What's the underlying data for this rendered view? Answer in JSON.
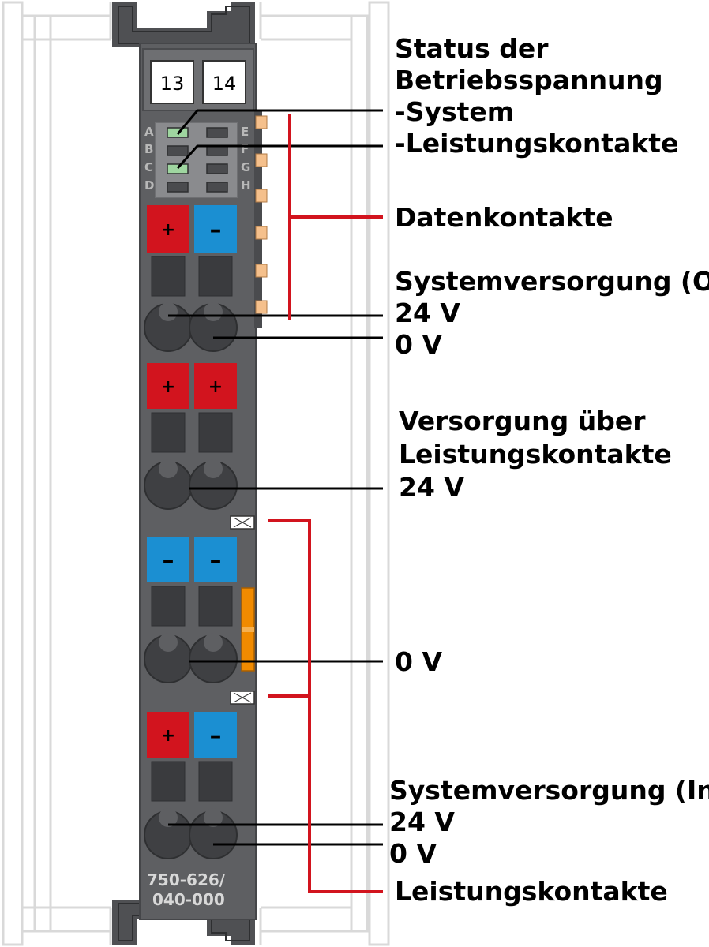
{
  "module": {
    "part_number_line1": "750-626/",
    "part_number_line2": "040-000",
    "marker_left": "13",
    "marker_right": "14",
    "led_letters_left": [
      "A",
      "B",
      "C",
      "D"
    ],
    "led_letters_right": [
      "E",
      "F",
      "G",
      "H"
    ],
    "plus_symbol": "+",
    "minus_symbol": "–"
  },
  "labels": {
    "status_line1": "Status der",
    "status_line2": "Betriebsspannung",
    "status_system": "-System",
    "status_power": "-Leistungskontakte",
    "data_contacts": "Datenkontakte",
    "sys_out_title": "Systemversorgung (Out)",
    "sys_out_24v": "24 V",
    "sys_out_0v": "0 V",
    "power_feed_line1": "Versorgung über",
    "power_feed_line2": "Leistungskontakte",
    "power_feed_24v": "24 V",
    "mid_0v": "0 V",
    "sys_in_title": "Systemversorgung (In)",
    "sys_in_24v": "24 V",
    "sys_in_0v": "0 V",
    "power_contacts": "Leistungskontakte"
  },
  "colors": {
    "housing": "#5e5f62",
    "housing_dark": "#3f4043",
    "plus_red": "#d2141e",
    "minus_blue": "#1b8fd2",
    "bracket_red": "#d2141e",
    "led_green": "#9fd6a0",
    "contact_orange": "#f5c08c",
    "fuse_orange": "#f08a00"
  }
}
